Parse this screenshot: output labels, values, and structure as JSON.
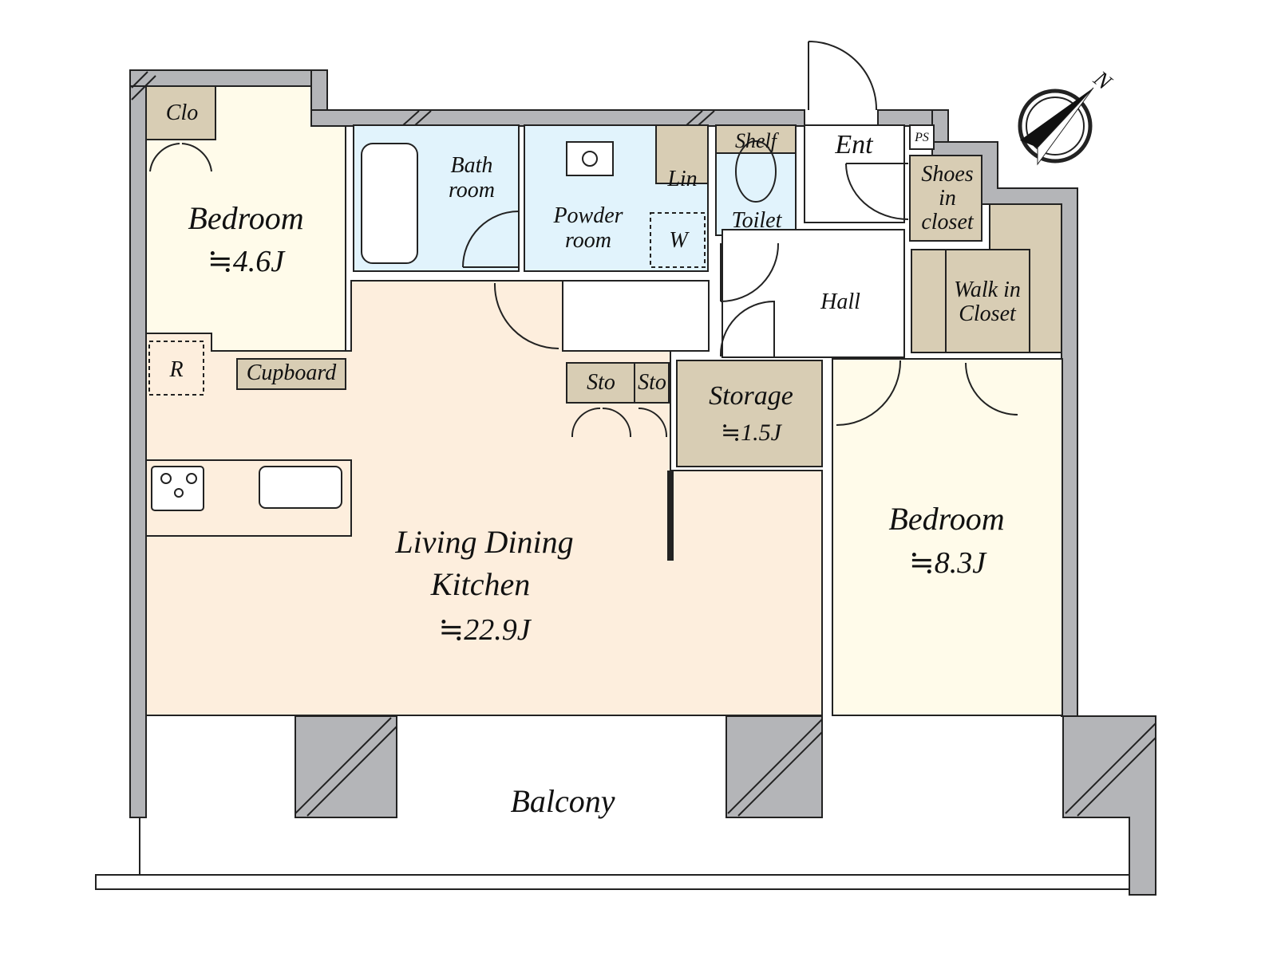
{
  "rooms": {
    "bedroom_small": {
      "name": "Bedroom",
      "area": "≒4.6J"
    },
    "closet": "Clo",
    "refrigerator": "R",
    "cupboard": "Cupboard",
    "bath": {
      "line1": "Bath",
      "line2": "room"
    },
    "powder": {
      "line1": "Powder",
      "line2": "room"
    },
    "linen": "Lin",
    "washer": "W",
    "shelf": "Shelf",
    "toilet": "Toilet",
    "entrance": "Ent",
    "pipe_space": "PS",
    "shoes": {
      "line1": "Shoes",
      "line2": "in",
      "line3": "closet"
    },
    "hall": "Hall",
    "walk_in": {
      "line1": "Walk in",
      "line2": "Closet"
    },
    "sto1": "Sto",
    "sto2": "Sto",
    "storage": {
      "name": "Storage",
      "area": "≒1.5J"
    },
    "ldk": {
      "line1": "Living Dining",
      "line2": "Kitchen",
      "area": "≒22.9J"
    },
    "bedroom_large": {
      "name": "Bedroom",
      "area": "≒8.3J"
    },
    "balcony": "Balcony"
  },
  "compass": {
    "label": "N"
  },
  "colors": {
    "wall": "#b4b5b8",
    "bedroom": "#fffbea",
    "ldk": "#fdeedd",
    "wet_area": "#e1f3fc",
    "storage": "#d8cdb4"
  }
}
